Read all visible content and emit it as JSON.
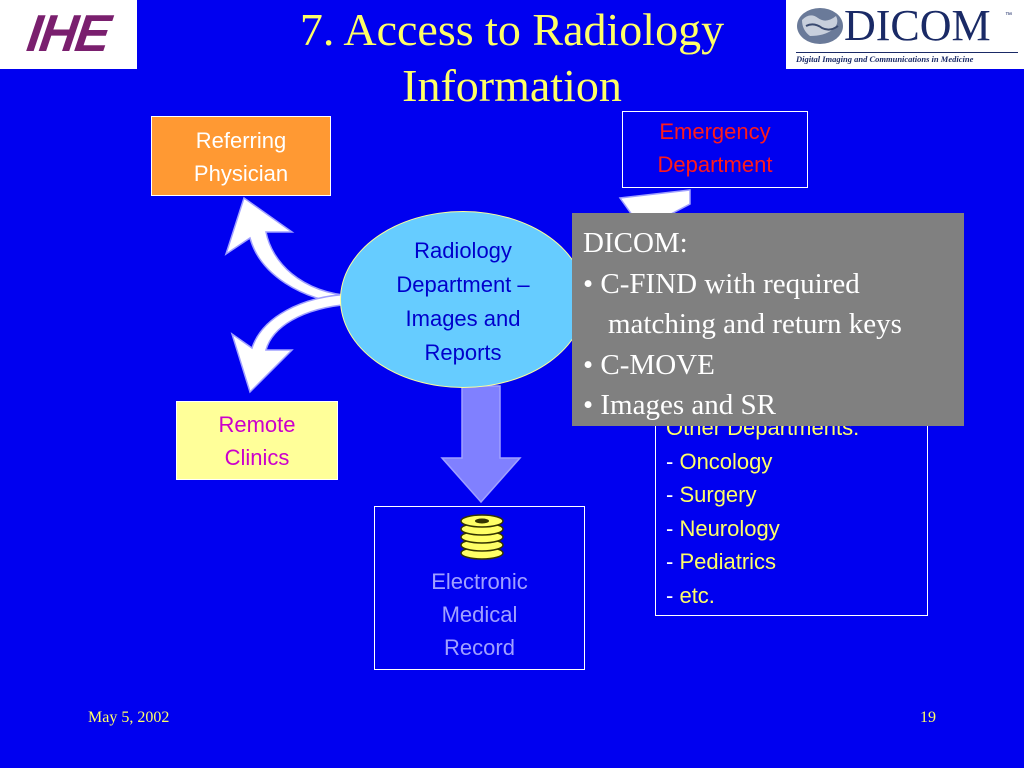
{
  "title_line1": "7. Access to Radiology",
  "title_line2": "Information",
  "logos": {
    "ihe": "IHE",
    "dicom": "DICOM",
    "dicom_tm": "™",
    "dicom_tagline": "Digital Imaging and Communications in Medicine"
  },
  "nodes": {
    "referring": [
      "Referring",
      "Physician"
    ],
    "emergency": [
      "Emergency",
      "Department"
    ],
    "remote": [
      "Remote",
      "Clinics"
    ],
    "radiology": [
      "Radiology",
      "Department –",
      "Images and",
      "Reports"
    ],
    "emr": [
      "Electronic",
      "Medical",
      "Record"
    ],
    "other_title": "Other Departments:",
    "other_items": [
      "Oncology",
      "Surgery",
      "Neurology",
      "Pediatrics",
      "etc."
    ]
  },
  "callout": {
    "heading": "DICOM:",
    "line1": "• C-FIND with required",
    "line2": "matching and return keys",
    "line3": "• C-MOVE",
    "line4": "• Images and SR"
  },
  "footer": {
    "date": "May 5, 2002",
    "page": "19"
  },
  "colors": {
    "background": "#0000f0",
    "title": "#ffff66",
    "arrow": "#ffffff",
    "arrow_down": "#8080ff",
    "callout": "#808080"
  },
  "icons": {
    "disk": "disk-stack-icon"
  }
}
